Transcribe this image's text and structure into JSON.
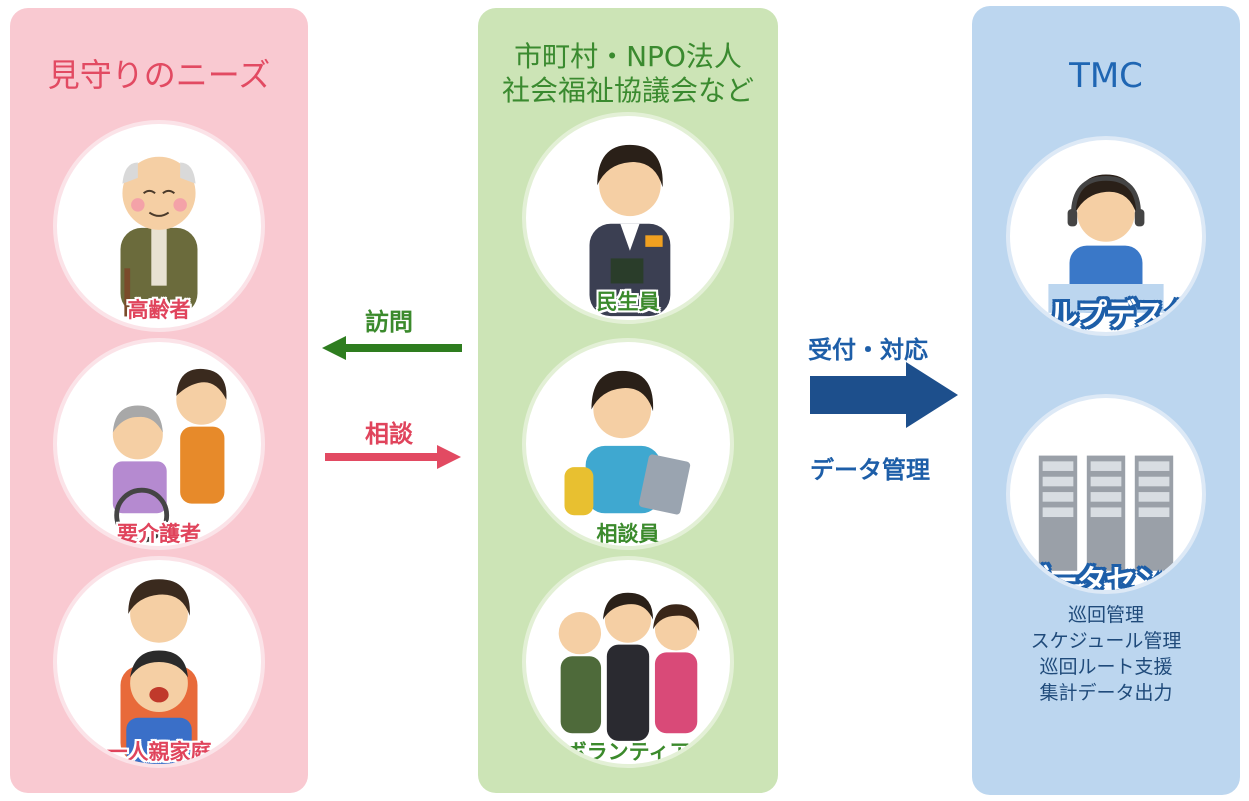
{
  "panels": {
    "needs": {
      "title": "見守りのニーズ",
      "items": [
        {
          "label": "高齢者"
        },
        {
          "label": "要介護者"
        },
        {
          "label": "一人親家庭"
        }
      ]
    },
    "organizations": {
      "title_line1": "市町村・NPO法人",
      "title_line2": "社会福祉協議会など",
      "items": [
        {
          "label": "民生員"
        },
        {
          "label": "相談員"
        },
        {
          "label": "ボランティア"
        }
      ]
    },
    "tmc": {
      "title": "TMC",
      "items": [
        {
          "label": "ヘルプデスク"
        },
        {
          "label": "データセンター"
        }
      ],
      "functions": [
        "巡回管理",
        "スケジュール管理",
        "巡回ルート支援",
        "集計データ出力"
      ]
    }
  },
  "flows": {
    "visit": "訪問",
    "consult": "相談",
    "reception": "受付・対応",
    "data_management": "データ管理"
  },
  "colors": {
    "needs_bg": "#f9c9d1",
    "needs_text": "#e24a62",
    "org_bg": "#cce4b6",
    "org_text": "#3a8a2f",
    "tmc_bg": "#bcd6ef",
    "tmc_text": "#1f66b3",
    "arrow_visit": "#2e7d1f",
    "arrow_consult": "#e24a62",
    "arrow_tmc": "#1d4f8c"
  }
}
